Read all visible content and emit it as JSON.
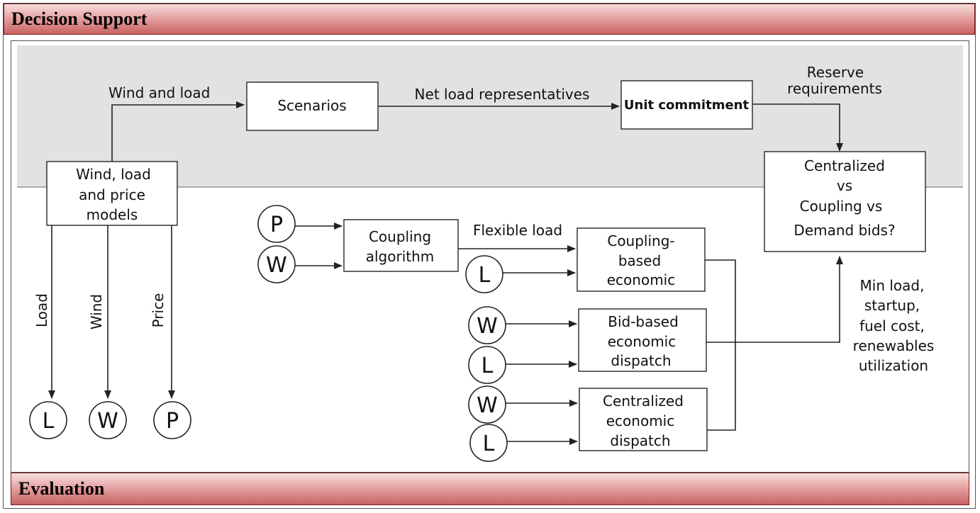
{
  "header": {
    "title": "Decision Support"
  },
  "footer": {
    "title": "Evaluation"
  },
  "boxes": {
    "scenarios": "Scenarios",
    "unit_commitment": "Unit commitment",
    "models": [
      "Wind, load",
      "and price",
      "models"
    ],
    "centralized_question": [
      "Centralized",
      "vs",
      "Coupling  vs",
      "Demand bids?"
    ],
    "coupling_algorithm": [
      "Coupling",
      "algorithm"
    ],
    "coupling_based": [
      "Coupling-",
      "based",
      "economic"
    ],
    "bid_based": [
      "Bid-based",
      "economic",
      "dispatch"
    ],
    "centralized_dispatch": [
      "Centralized",
      "economic",
      "dispatch"
    ]
  },
  "labels": {
    "wind_and_load": "Wind and load",
    "net_load_representatives": "Net load representatives",
    "reserve_requirements": [
      "Reserve",
      "requirements"
    ],
    "flexible_load": "Flexible load",
    "load": "Load",
    "wind": "Wind",
    "price": "Price",
    "metrics": [
      "Min load,",
      "startup,",
      "fuel cost,",
      "renewables",
      "utilization"
    ]
  },
  "circles": {
    "load": "L",
    "wind": "W",
    "price": "P"
  }
}
